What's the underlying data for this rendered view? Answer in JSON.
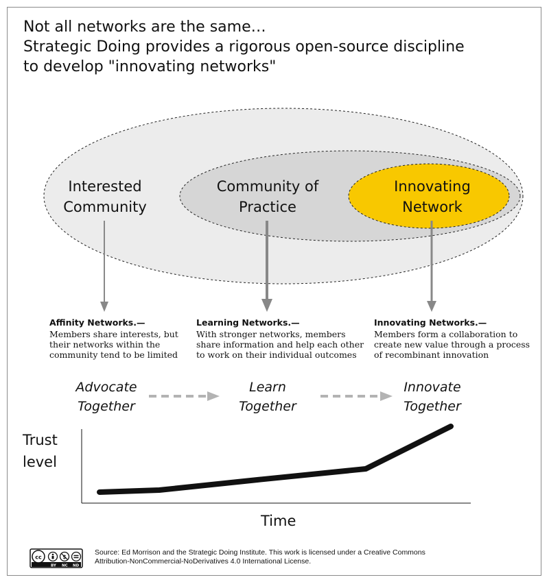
{
  "heading": {
    "line1": "Not all networks are the same…",
    "line2": "Strategic Doing provides a rigorous open-source discipline",
    "line3": "to develop \"innovating networks\""
  },
  "networks": {
    "interested": [
      "Interested",
      "Community"
    ],
    "practice": [
      "Community of",
      "Practice"
    ],
    "innovating": [
      "Innovating",
      "Network"
    ]
  },
  "descriptions": [
    {
      "title": "Affinity Networks.—",
      "lines": [
        "Members share interests, but",
        "their networks within the",
        "community tend to be limited"
      ]
    },
    {
      "title": "Learning Networks.—",
      "lines": [
        "With stronger networks, members",
        "share information and help each other",
        "to work on their individual outcomes"
      ]
    },
    {
      "title": "Innovating Networks.—",
      "lines": [
        "Members form a collaboration to",
        "create new value through a process",
        "of recombinant innovation"
      ]
    }
  ],
  "phases": [
    [
      "Advocate",
      "Together"
    ],
    [
      "Learn",
      "Together"
    ],
    [
      "Innovate",
      "Together"
    ]
  ],
  "chart": {
    "ylabel": [
      "Trust",
      "level"
    ],
    "xlabel": "Time"
  },
  "license": {
    "badge": [
      "BY",
      "NC",
      "ND"
    ],
    "line1": "Source: Ed Morrison and the Strategic Doing Institute. This work is licensed under a Creative Commons",
    "line2": "Attribution-NonCommercial-NoDerivatives 4.0 International License."
  },
  "colors": {
    "outer_ellipse": "#ececec",
    "middle_ellipse": "#d6d6d6",
    "innovating_ellipse": "#f8c800",
    "arrow": "#888888",
    "dashed_arrow": "#b3b3b3",
    "trust_line": "#111111"
  }
}
